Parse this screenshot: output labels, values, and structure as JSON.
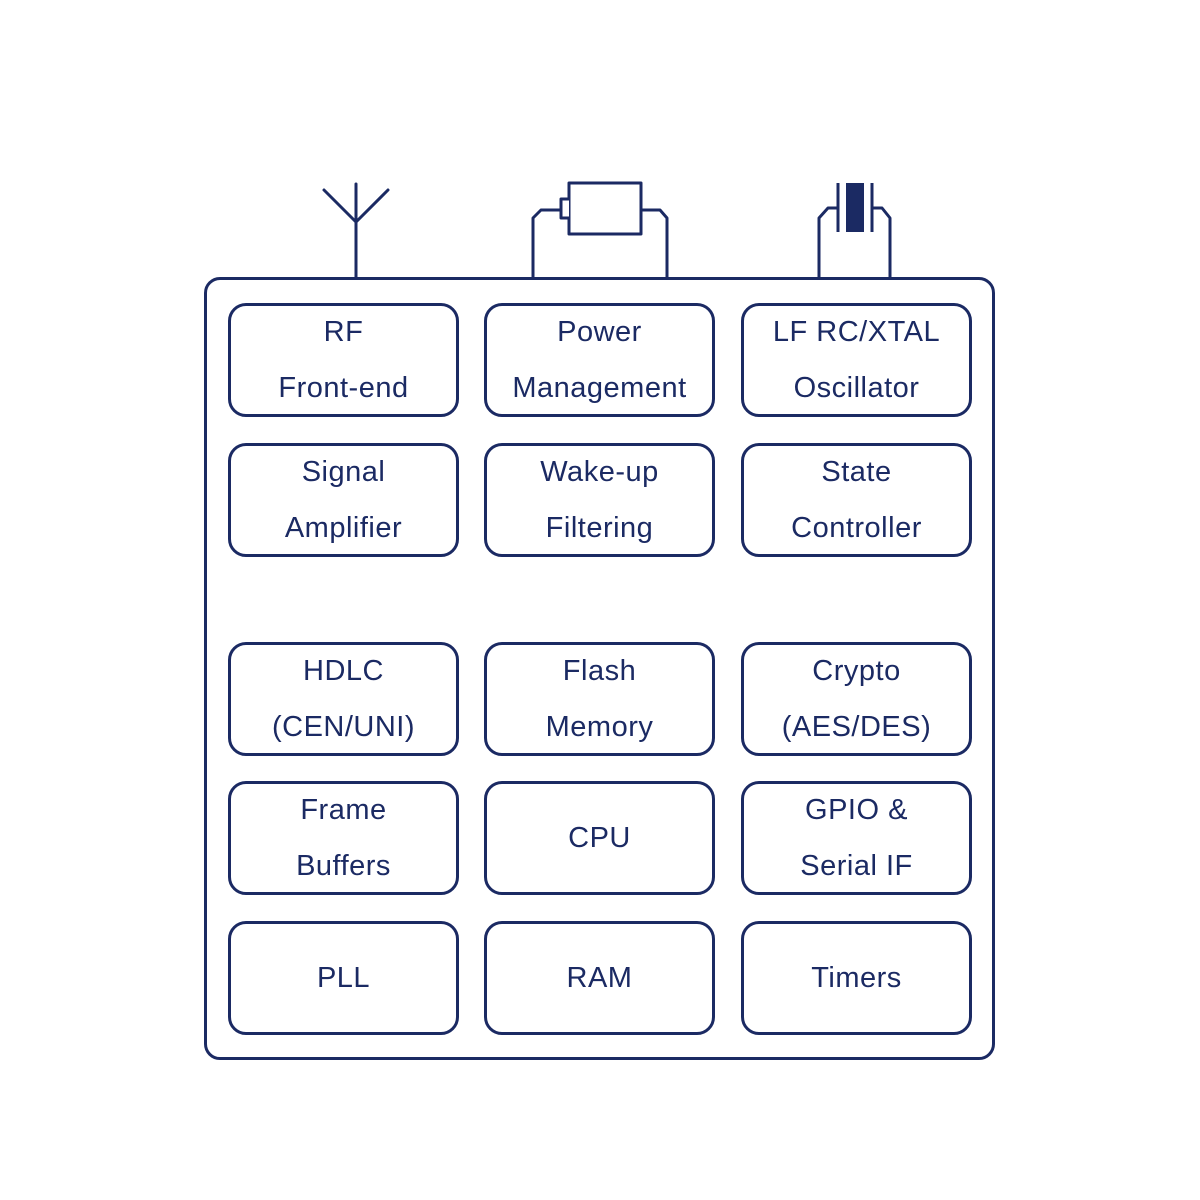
{
  "colors": {
    "stroke": "#1b2a63",
    "background": "#ffffff"
  },
  "peripherals": {
    "antenna_icon": "antenna-icon",
    "battery_icon": "battery-icon",
    "crystal_icon": "crystal-oscillator-icon"
  },
  "blocks": {
    "rf_frontend": {
      "line1": "RF",
      "line2": "Front-end"
    },
    "power_management": {
      "line1": "Power",
      "line2": "Management"
    },
    "lf_oscillator": {
      "line1": "LF RC/XTAL",
      "line2": "Oscillator"
    },
    "signal_amplifier": {
      "line1": "Signal",
      "line2": "Amplifier"
    },
    "wakeup_filtering": {
      "line1": "Wake-up",
      "line2": "Filtering"
    },
    "state_controller": {
      "line1": "State",
      "line2": "Controller"
    },
    "hdlc": {
      "line1": "HDLC",
      "line2": "(CEN/UNI)"
    },
    "flash_memory": {
      "line1": "Flash",
      "line2": "Memory"
    },
    "crypto": {
      "line1": "Crypto",
      "line2": "(AES/DES)"
    },
    "frame_buffers": {
      "line1": "Frame",
      "line2": "Buffers"
    },
    "cpu": {
      "line1": "CPU"
    },
    "gpio_serial": {
      "line1": "GPIO &",
      "line2": "Serial IF"
    },
    "pll": {
      "line1": "PLL"
    },
    "ram": {
      "line1": "RAM"
    },
    "timers": {
      "line1": "Timers"
    }
  }
}
